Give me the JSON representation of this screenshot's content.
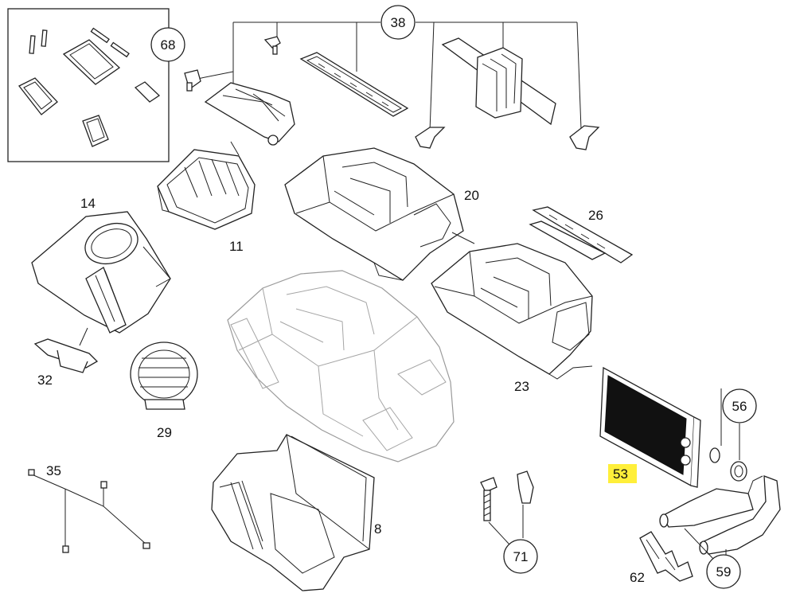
{
  "labels": {
    "l68": "68",
    "l38": "38",
    "l14": "14",
    "l11": "11",
    "l20": "20",
    "l26": "26",
    "l32": "32",
    "l29": "29",
    "l23": "23",
    "l56": "56",
    "l53": "53",
    "l35": "35",
    "l8": "8",
    "l71": "71",
    "l62": "62",
    "l59": "59"
  },
  "colors": {
    "highlight": "#ffef3a",
    "ink": "#222222",
    "ghost": "#9a9a9a"
  }
}
